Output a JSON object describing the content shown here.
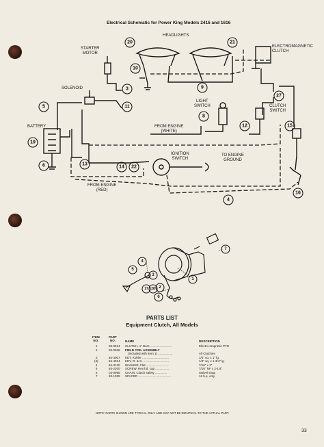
{
  "schematic": {
    "title": "Electrical Schematic for Power King Models 2416 and 1616",
    "labels": {
      "headlights": "HEADLIGHTS",
      "starter_motor": "STARTER\nMOTOR",
      "electromagnetic_clutch": "ELECTROMAGNETIC\nCLUTCH",
      "solenoid": "SOLENOID",
      "light_switch": "LIGHT\nSWITCH",
      "clutch_switch": "CLUTCH\nSWITCH",
      "battery": "BATTERY",
      "from_engine_white": "FROM ENGINE\n(WHITE)",
      "ignition_switch": "IGNITION\nSWITCH",
      "to_engine_ground": "TO ENGINE\nGROUND",
      "from_engine_red": "FROM ENGINE\n(RED)"
    },
    "callouts": [
      "20",
      "21",
      "10",
      "3",
      "9",
      "11",
      "5",
      "8",
      "27",
      "12",
      "15",
      "19",
      "6",
      "13",
      "14",
      "22",
      "16",
      "4"
    ]
  },
  "exploded_view": {
    "callouts": [
      "7",
      "4",
      "5",
      "3",
      "17",
      "28",
      "2",
      "1",
      "6"
    ]
  },
  "parts_list": {
    "title": "PARTS LIST",
    "subtitle": "Equipment Clutch, All Models",
    "headers": {
      "item": "ITEM\nNO.",
      "part": "PART\nNO.",
      "name": "NAME",
      "description": "DESCRIPTION"
    },
    "rows": [
      {
        "item": "1",
        "part": "03-0914",
        "name": "CLUTCH, 1\" Bore .........................",
        "desc": "Electro-magnetic PTO"
      },
      {
        "item": "2",
        "part": "03-0936",
        "name": "FIELD COIL ASSEMBLY",
        "desc": ""
      },
      {
        "item": "",
        "part": "",
        "name": "(Included with Item 1) .................",
        "desc": "All Clutches"
      },
      {
        "item": "3",
        "part": "84-4007",
        "name": "KEY, Kohler ...............................",
        "desc": "1/4\" sq. x 1\" lg."
      },
      {
        "item": "(3)",
        "part": "84-4014",
        "name": "KEY, O. & S. ..............................",
        "desc": "1/4\" sq. x 1-3/4\" lg."
      },
      {
        "item": "4",
        "part": "84-3130",
        "name": "WASHER, Flat ...........................",
        "desc": "7/16\" x 1\""
      },
      {
        "item": "5",
        "part": "84-2200",
        "name": "SCREW, Hex hd. cap ................",
        "desc": "7/16\" NF x 2-1/4\""
      },
      {
        "item": "6",
        "part": "03-0995",
        "name": "CHAIN, Clutch safety ..............",
        "desc": "Swivel snap"
      },
      {
        "item": "7",
        "part": "83-1025",
        "name": "SPACER ......................................",
        "desc": "16 h.p. only"
      }
    ],
    "note": "NOTE: PARTS SHOWN ARE TYPICAL ONLY AND MAY NOT BE IDENTICAL TO THE ACTUAL PART.",
    "page_number": "33"
  }
}
